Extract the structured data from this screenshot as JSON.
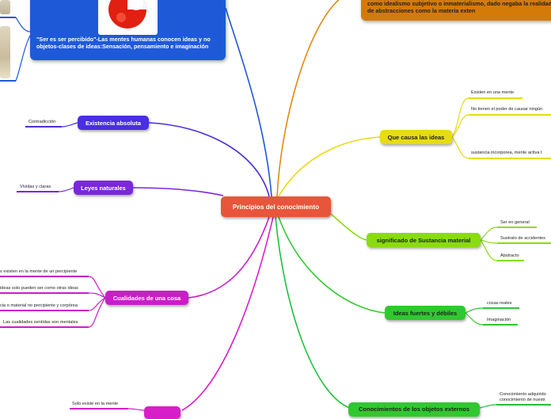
{
  "colors": {
    "center": "#e8553a",
    "blue": "#1e5ad8",
    "indigo": "#4a2fe0",
    "purple": "#7a28d8",
    "magenta": "#c81ec8",
    "yellow": "#e6dc10",
    "lime": "#8adc10",
    "green": "#30c830",
    "orange": "#d47a08"
  },
  "center": {
    "label": "Principios del conocimiento"
  },
  "top_left_card": {
    "text": "\"Ser es ser percibido\"-Las mentes humanas conocen ideas y no objetos-clases de ideas:Sensación, pensamiento e imaginación",
    "image_icon": "red-sphere-icon"
  },
  "top_right_card": {
    "text": "influyente cuyo principal logro fue el desarrollo de la filoso conocida como idealismo subjetivo o inmaterialismo, dado negaba la realidad de abstracciones como la materia exten"
  },
  "branches": {
    "existencia": {
      "label": "Existencia absoluta",
      "leaves": [
        "Contradicción"
      ]
    },
    "leyes": {
      "label": "Leyes naturales",
      "leaves": [
        "Vívidas y claras"
      ]
    },
    "cualidades": {
      "label": "Cualidades de una cosa",
      "leaves": [
        "s existen en la mente de un percipiente",
        "ideas solo pueden ser como otras ideas",
        "cia o material no percipiente y corpórea",
        "Las cualidades sentidas son mentales"
      ]
    },
    "bottom_left": {
      "label": "",
      "leaves": [
        "Solo existe en la mente"
      ]
    },
    "causa": {
      "label": "Que causa las ideas",
      "leaves": [
        "Existen en una mente",
        "No tienen el poder de causar ningún",
        "sustancia incorporea, mente activa t"
      ]
    },
    "sustancia": {
      "label": "significado de Sustancia material",
      "leaves": [
        "Ser en general",
        "Sustrato de accidentes",
        "Abstracto"
      ]
    },
    "ideas": {
      "label": "Ideas fuertes y débiles",
      "leaves": [
        "cosas reales",
        "Imaginación"
      ]
    },
    "objetos": {
      "label": "Conocimientos de los objetos externos",
      "leaves": [
        "Conocimiento adquirido conocimiento de nuestr"
      ]
    }
  }
}
